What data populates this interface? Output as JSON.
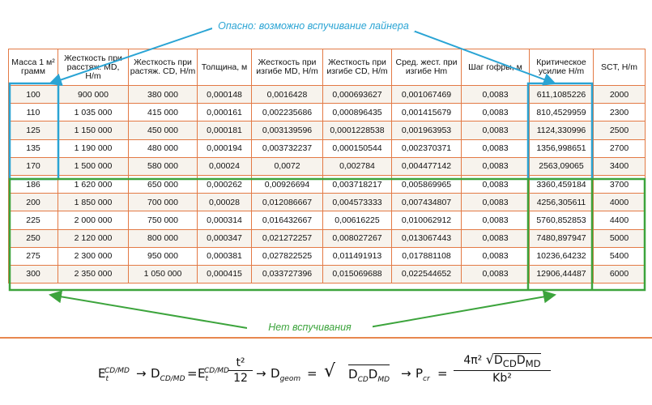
{
  "callouts": {
    "top": "Опасно: возможно вспучивание лайнера",
    "bottom": "Нет вспучивания"
  },
  "colors": {
    "danger_outline": "#2aa4d4",
    "safe_outline": "#3ca43c",
    "grid_line": "#e37a45",
    "row_tint": "#f7f3ed"
  },
  "table": {
    "headers": [
      "Масса 1 м² грамм",
      "Жесткость при расстяж. MD, H/m",
      "Жесткость при растяж. CD, H/m",
      "Толщина, м",
      "Жесткость при изгибе MD, H/m",
      "Жесткость при изгибе CD, H/m",
      "Сред. жест. при изгибе Hm",
      "Шаг гофры, м",
      "Критическое усилие H/m",
      "SCT, H/m"
    ],
    "rows": [
      [
        "100",
        "900 000",
        "380 000",
        "0,000148",
        "0,0016428",
        "0,000693627",
        "0,001067469",
        "0,0083",
        "611,1085226",
        "2000"
      ],
      [
        "110",
        "1 035 000",
        "415 000",
        "0,000161",
        "0,002235686",
        "0,000896435",
        "0,001415679",
        "0,0083",
        "810,4529959",
        "2300"
      ],
      [
        "125",
        "1 150 000",
        "450 000",
        "0,000181",
        "0,003139596",
        "0,0001228538",
        "0,001963953",
        "0,0083",
        "1124,330996",
        "2500"
      ],
      [
        "135",
        "1 190 000",
        "480 000",
        "0,000194",
        "0,003732237",
        "0,000150544",
        "0,002370371",
        "0,0083",
        "1356,998651",
        "2700"
      ],
      [
        "170",
        "1 500 000",
        "580 000",
        "0,00024",
        "0,0072",
        "0,002784",
        "0,004477142",
        "0,0083",
        "2563,09065",
        "3400"
      ],
      [
        "186",
        "1 620 000",
        "650 000",
        "0,000262",
        "0,00926694",
        "0,003718217",
        "0,005869965",
        "0,0083",
        "3360,459184",
        "3700"
      ],
      [
        "200",
        "1 850 000",
        "700 000",
        "0,00028",
        "0,012086667",
        "0,004573333",
        "0,007434807",
        "0,0083",
        "4256,305611",
        "4000"
      ],
      [
        "225",
        "2 000 000",
        "750 000",
        "0,000314",
        "0,016432667",
        "0,00616225",
        "0,010062912",
        "0,0083",
        "5760,852853",
        "4400"
      ],
      [
        "250",
        "2 120 000",
        "800 000",
        "0,000347",
        "0,021272257",
        "0,008027267",
        "0,013067443",
        "0,0083",
        "7480,897947",
        "5000"
      ],
      [
        "275",
        "2 300 000",
        "950 000",
        "0,000381",
        "0,027822525",
        "0,011491913",
        "0,017881108",
        "0,0083",
        "10236,64232",
        "5400"
      ],
      [
        "300",
        "2 350 000",
        "1 050 000",
        "0,000415",
        "0,033727396",
        "0,015069688",
        "0,022544652",
        "0,0083",
        "12906,44487",
        "6000"
      ]
    ]
  },
  "formula": {
    "E": "E",
    "E_sub": "t",
    "E_sup": "CD/MD",
    "arrow": "→",
    "D": "D",
    "D_sub": "CD/MD",
    "eq": "=",
    "t2": "t²",
    "twelve": "12",
    "D_geom": "D",
    "geom_sub": "geom",
    "sqrt": "√",
    "DcdDmd": "D",
    "cd_sub": "CD",
    "md_sub": "MD",
    "P": "P",
    "cr_sub": "cr",
    "num_coef": "4π²",
    "den": "Kb²"
  }
}
